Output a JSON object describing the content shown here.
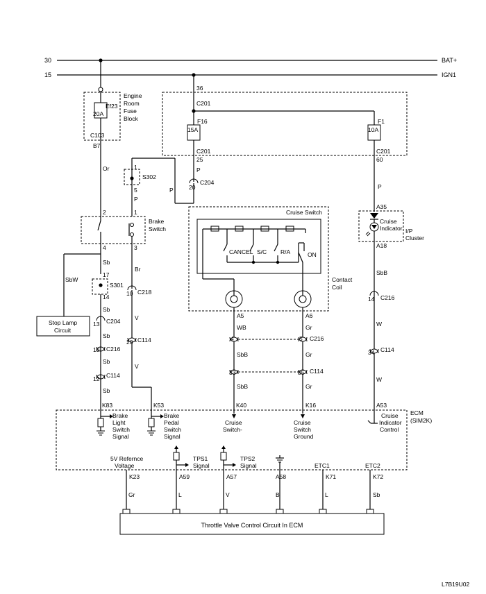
{
  "rails": {
    "bat_num": "30",
    "bat_label": "BAT+",
    "ign_num": "15",
    "ign_label": "IGN1"
  },
  "fuse_block": {
    "label_lines": [
      "Engine",
      "Room",
      "Fuse",
      "Block"
    ],
    "fuse_id": "Ef23",
    "fuse_amp": "20A",
    "conn": "C103",
    "pin": "B7"
  },
  "ign_fuses": {
    "pin_top": "36",
    "conn_top": "C201",
    "f16_id": "F16",
    "f16_amp": "15A",
    "f1_id": "F1",
    "f1_amp": "10A",
    "conn_bot_left": "C201",
    "pin_bot_left": "25",
    "conn_bot_right": "C201",
    "pin_bot_right": "60"
  },
  "wires": {
    "or": "Or",
    "p1": "P",
    "p2": "P",
    "p3": "P",
    "p4": "P",
    "sb1": "Sb",
    "sb2": "Sb",
    "sb3": "Sb",
    "sb4": "Sb",
    "sbw": "SbW",
    "br": "Br",
    "v1": "V",
    "v2": "V",
    "wb": "WB",
    "gr1": "Gr",
    "sbb1": "SbB",
    "gr2": "Gr",
    "sbb2": "SbB",
    "gr3": "Gr",
    "sbb_ind": "SbB",
    "w1": "W",
    "w2": "W",
    "gr_bot": "Gr",
    "l1": "L",
    "v_bot": "V",
    "b_bot": "B",
    "l2": "L",
    "sb_bot": "Sb"
  },
  "connectors": {
    "c204_pin": "20",
    "c204": "C204",
    "s302": "S302",
    "s302_pin_top": "1",
    "s302_pin_bot": "5",
    "brake_pin1": "2",
    "brake_pin2": "1",
    "brake_pin3": "4",
    "brake_pin4": "3",
    "s301": "S301",
    "s301_top": "17",
    "s301_bot": "14",
    "c204b_pin": "13",
    "c204b": "C204",
    "c216a_pin": "19",
    "c216a": "C216",
    "c114a_pin": "12",
    "c114a": "C114",
    "c218_pin": "10",
    "c218": "C218",
    "c114b_pin": "20",
    "c114b": "C114",
    "a5": "A5",
    "a6": "A6",
    "c216b_pin4": "4",
    "c216b_pin5": "5",
    "c216b": "C216",
    "c114c_pin33": "33",
    "c114c_pin35": "35",
    "c114c": "C114",
    "a35": "A35",
    "a18": "A18",
    "c216c_pin": "14",
    "c216c": "C216",
    "c114d_pin": "34",
    "c114d": "C114"
  },
  "brake_switch": {
    "label_lines": [
      "Brake",
      "Switch"
    ]
  },
  "stop_lamp": {
    "label_lines": [
      "Stop Lamp",
      "Circuit"
    ]
  },
  "cruise_switch": {
    "title": "Cruise Switch",
    "cancel": "CANCEL",
    "sc": "S/C",
    "ra": "R/A",
    "on": "ON",
    "coil_lines": [
      "Contact",
      "Coil"
    ]
  },
  "cruise_indicator": {
    "label_lines": [
      "Cruise",
      "Indicator"
    ],
    "ip_lines": [
      "I/P",
      "Cluster"
    ]
  },
  "ecm": {
    "title_lines": [
      "ECM",
      "(SIM2K)"
    ],
    "k83": "K83",
    "k53": "K53",
    "k40": "K40",
    "k16": "K16",
    "a53": "A53",
    "sig1_lines": [
      "Brake",
      "Light",
      "Switch",
      "Signal"
    ],
    "sig2_lines": [
      "Brake",
      "Pedal",
      "Switch",
      "Signal"
    ],
    "sig3_lines": [
      "Cruise",
      "Switch-"
    ],
    "sig4_lines": [
      "Cruise",
      "Switch",
      "Ground"
    ],
    "sig5_lines": [
      "Cruise",
      "Indicator",
      "Control"
    ],
    "ref_lines": [
      "5V Refernce",
      "Voltage"
    ],
    "tps1_lines": [
      "TPS1",
      "Signal"
    ],
    "tps2_lines": [
      "TPS2",
      "Signal"
    ],
    "etc1": "ETC1",
    "etc2": "ETC2",
    "k23": "K23",
    "a59": "A59",
    "a57": "A57",
    "a58": "A58",
    "k71": "K71",
    "k72": "K72"
  },
  "throttle": {
    "label": "Throttle Valve Control Circuit In ECM"
  },
  "diagram_id": "L7B19U02"
}
